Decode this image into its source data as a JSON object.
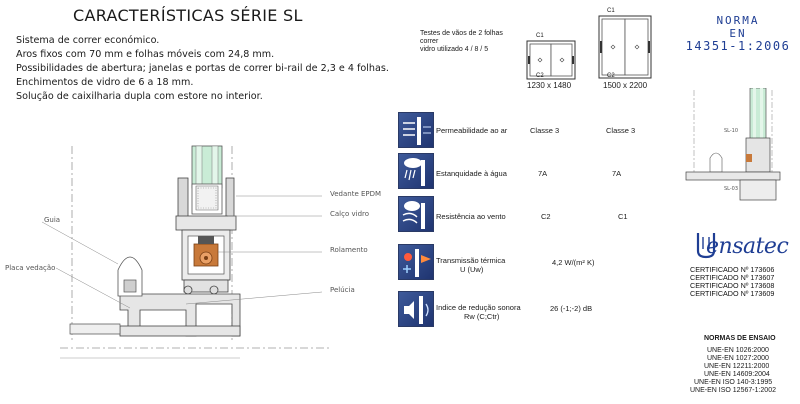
{
  "title": "CARACTERÍSTICAS SÉRIE SL",
  "features": [
    "Sistema de correr económico.",
    "Aros fixos com 70 mm e folhas móveis com 24,8 mm.",
    "Possibilidades de abertura; janelas e portas de correr bi-rail de 2,3 e 4 folhas.",
    "Enchimentos de vidro de 6 a 18 mm.",
    "Solução de caixilharia dupla com estore no interior."
  ],
  "section_callouts": {
    "guia": "Guia",
    "placa_vedacao": "Placa vedação",
    "vedante": "Vedante EPDM",
    "calco": "Calço vidro",
    "rolamento": "Rolamento",
    "pelucia": "Pelúcia"
  },
  "test_windows": {
    "text": [
      "Testes de vãos de 2 folhas",
      "correr",
      "vidro utilizado 4 / 8 / 5"
    ],
    "small": {
      "top_label": "C1",
      "bottom_label": "C2",
      "dims": "1230 x 1480"
    },
    "large": {
      "top_label": "C1",
      "bottom_label": "C2",
      "dims": "1500 x 2200"
    }
  },
  "performance": [
    {
      "icon": "air-permeability-icon",
      "label": "Permeabilidade ao ar",
      "v1": "Classe 3",
      "v2": "Classe 3"
    },
    {
      "icon": "water-tightness-icon",
      "label": "Estanquidade à água",
      "v1": "7A",
      "v2": "7A"
    },
    {
      "icon": "wind-resistance-icon",
      "label": "Resistência ao vento",
      "v1": "C2",
      "v2": "C1"
    },
    {
      "icon": "thermal-transmission-icon",
      "label": "Transmissão térmica",
      "sub": "U (Uw)",
      "v1": "4,2 W/(m² K)",
      "v2": ""
    },
    {
      "icon": "sound-reduction-icon",
      "label": "Indice de redução sonora",
      "sub": "Rw (C;Ctr)",
      "v1": "26 (-1;-2)  dB",
      "v2": ""
    }
  ],
  "norma": {
    "line1": "NORMA",
    "line2": "EN",
    "line3": "14351-1:2006"
  },
  "profile_labels": {
    "top": "SL-10",
    "bottom": "SL-03"
  },
  "certifier": {
    "logo_text": "ensatec",
    "certificates": [
      "CERTIFICADO Nº  173606",
      "CERTIFICADO Nº  173607",
      "CERTIFICADO Nº  173608",
      "CERTIFICADO Nº  173609"
    ]
  },
  "tests": {
    "title": "NORMAS DE ENSAIO",
    "items": [
      "UNE-EN 1026:2000",
      "UNE-EN 1027:2000",
      "UNE-EN 12211:2000",
      "UNE-EN 14609:2004",
      "UNE-EN ISO 140-3:1995",
      "UNE-EN ISO 12567-1:2002"
    ]
  }
}
